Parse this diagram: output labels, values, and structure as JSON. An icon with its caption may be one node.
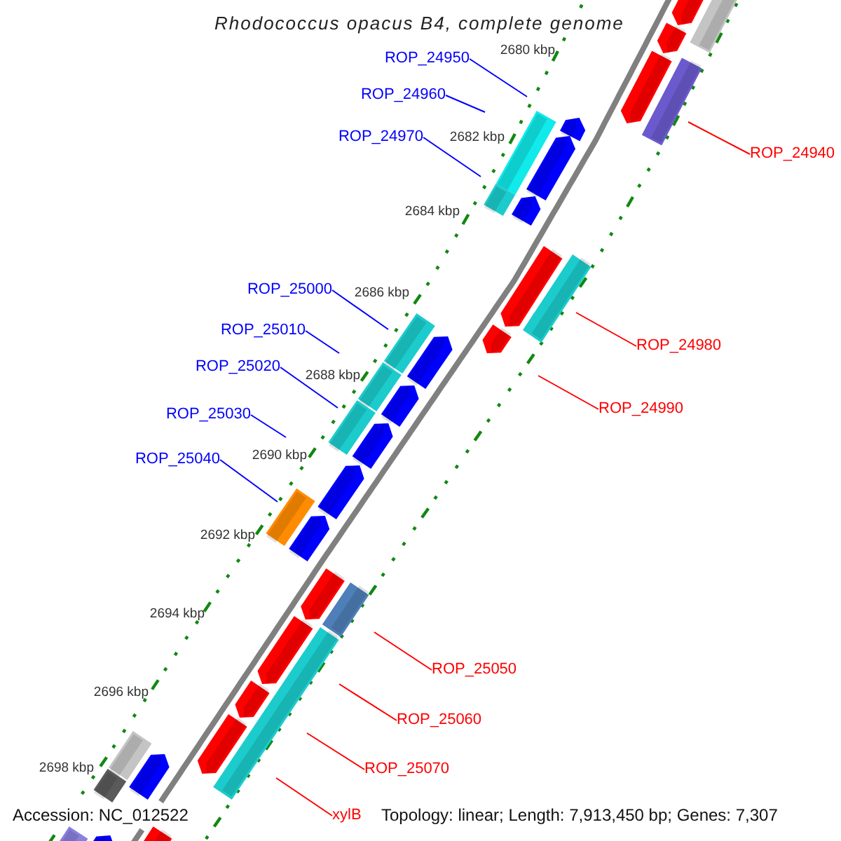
{
  "diagram": {
    "title": "Rhodococcus opacus B4, complete genome",
    "nodes": [
      {
        "text": [
          "ROP_24950"
        ]
      },
      {
        "text": [
          "ROP_24960"
        ]
      },
      {
        "text": [
          "ROP_24970"
        ]
      },
      {
        "text": [
          "ROP_24940"
        ]
      },
      {
        "text": [
          "ROP_25000"
        ]
      },
      {
        "text": [
          "ROP_25010"
        ]
      },
      {
        "text": [
          "ROP_24980"
        ]
      },
      {
        "text": [
          "ROP_25020"
        ]
      },
      {
        "text": [
          "ROP_24990"
        ]
      },
      {
        "text": [
          "ROP_25030"
        ]
      },
      {
        "text": [
          "ROP_25040"
        ]
      },
      {
        "text": [
          "ROP_25050"
        ]
      },
      {
        "text": [
          "ROP_25060"
        ]
      },
      {
        "text": [
          "ROP_25070"
        ]
      },
      {
        "text": [
          "xylB"
        ]
      }
    ],
    "edges": [
      {
        "from": 0,
        "to": null,
        "arrow": "none"
      },
      {
        "from": 1,
        "to": null,
        "arrow": "none"
      },
      {
        "from": 2,
        "to": null,
        "arrow": "none"
      },
      {
        "from": 3,
        "to": null,
        "arrow": "none",
        "color": "#ff0000"
      },
      {
        "from": 4,
        "to": null,
        "arrow": "none"
      },
      {
        "from": 5,
        "to": null,
        "arrow": "none"
      },
      {
        "from": 6,
        "to": null,
        "arrow": "none",
        "color": "#ff0000"
      },
      {
        "from": 7,
        "to": null,
        "arrow": "none"
      },
      {
        "from": 8,
        "to": null,
        "arrow": "none",
        "color": "#ff0000"
      },
      {
        "from": 9,
        "to": null,
        "arrow": "none"
      },
      {
        "from": 10,
        "to": null,
        "arrow": "none"
      },
      {
        "from": 11,
        "to": null,
        "arrow": "none",
        "color": "#ff0000"
      },
      {
        "from": 12,
        "to": null,
        "arrow": "none",
        "color": "#ff0000"
      },
      {
        "from": 13,
        "to": null,
        "arrow": "none",
        "color": "#ff0000"
      },
      {
        "from": 14,
        "to": null,
        "arrow": "none",
        "color": "#ff0000"
      }
    ],
    "labels": [
      "2680 kbp",
      "2682 kbp",
      "2684 kbp",
      "2686 kbp",
      "2688 kbp",
      "2690 kbp",
      "2692 kbp",
      "2694 kbp",
      "2696 kbp",
      "2698 kbp",
      "Accession: NC_012522",
      "Topology: linear; Length: 7,913,450 bp; Genes: 7,307"
    ]
  }
}
